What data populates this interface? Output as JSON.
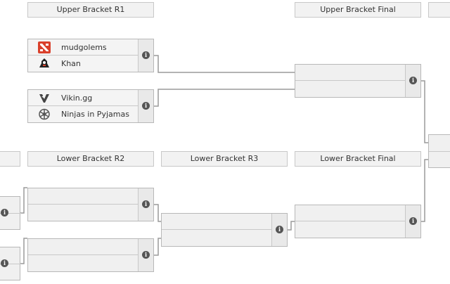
{
  "rounds": {
    "upper_r1": "Upper Bracket R1",
    "upper_final": "Upper Bracket Final",
    "lower_r2": "Lower Bracket R2",
    "lower_r3": "Lower Bracket R3",
    "lower_final": "Lower Bracket Final"
  },
  "matches": {
    "ub_r1_m1": {
      "team1": {
        "name": "mudgolems",
        "logo": "dota2-logo-icon"
      },
      "team2": {
        "name": "Khan",
        "logo": "khan-logo-icon"
      }
    },
    "ub_r1_m2": {
      "team1": {
        "name": "Vikin.gg",
        "logo": "vikin-logo-icon"
      },
      "team2": {
        "name": "Ninjas in Pyjamas",
        "logo": "nip-logo-icon"
      }
    }
  },
  "icons": {
    "match_info": "info-icon"
  },
  "colors": {
    "line": "#9a9a9a",
    "header_bg": "#f2f2f2",
    "logo_red": "#d9402b"
  }
}
